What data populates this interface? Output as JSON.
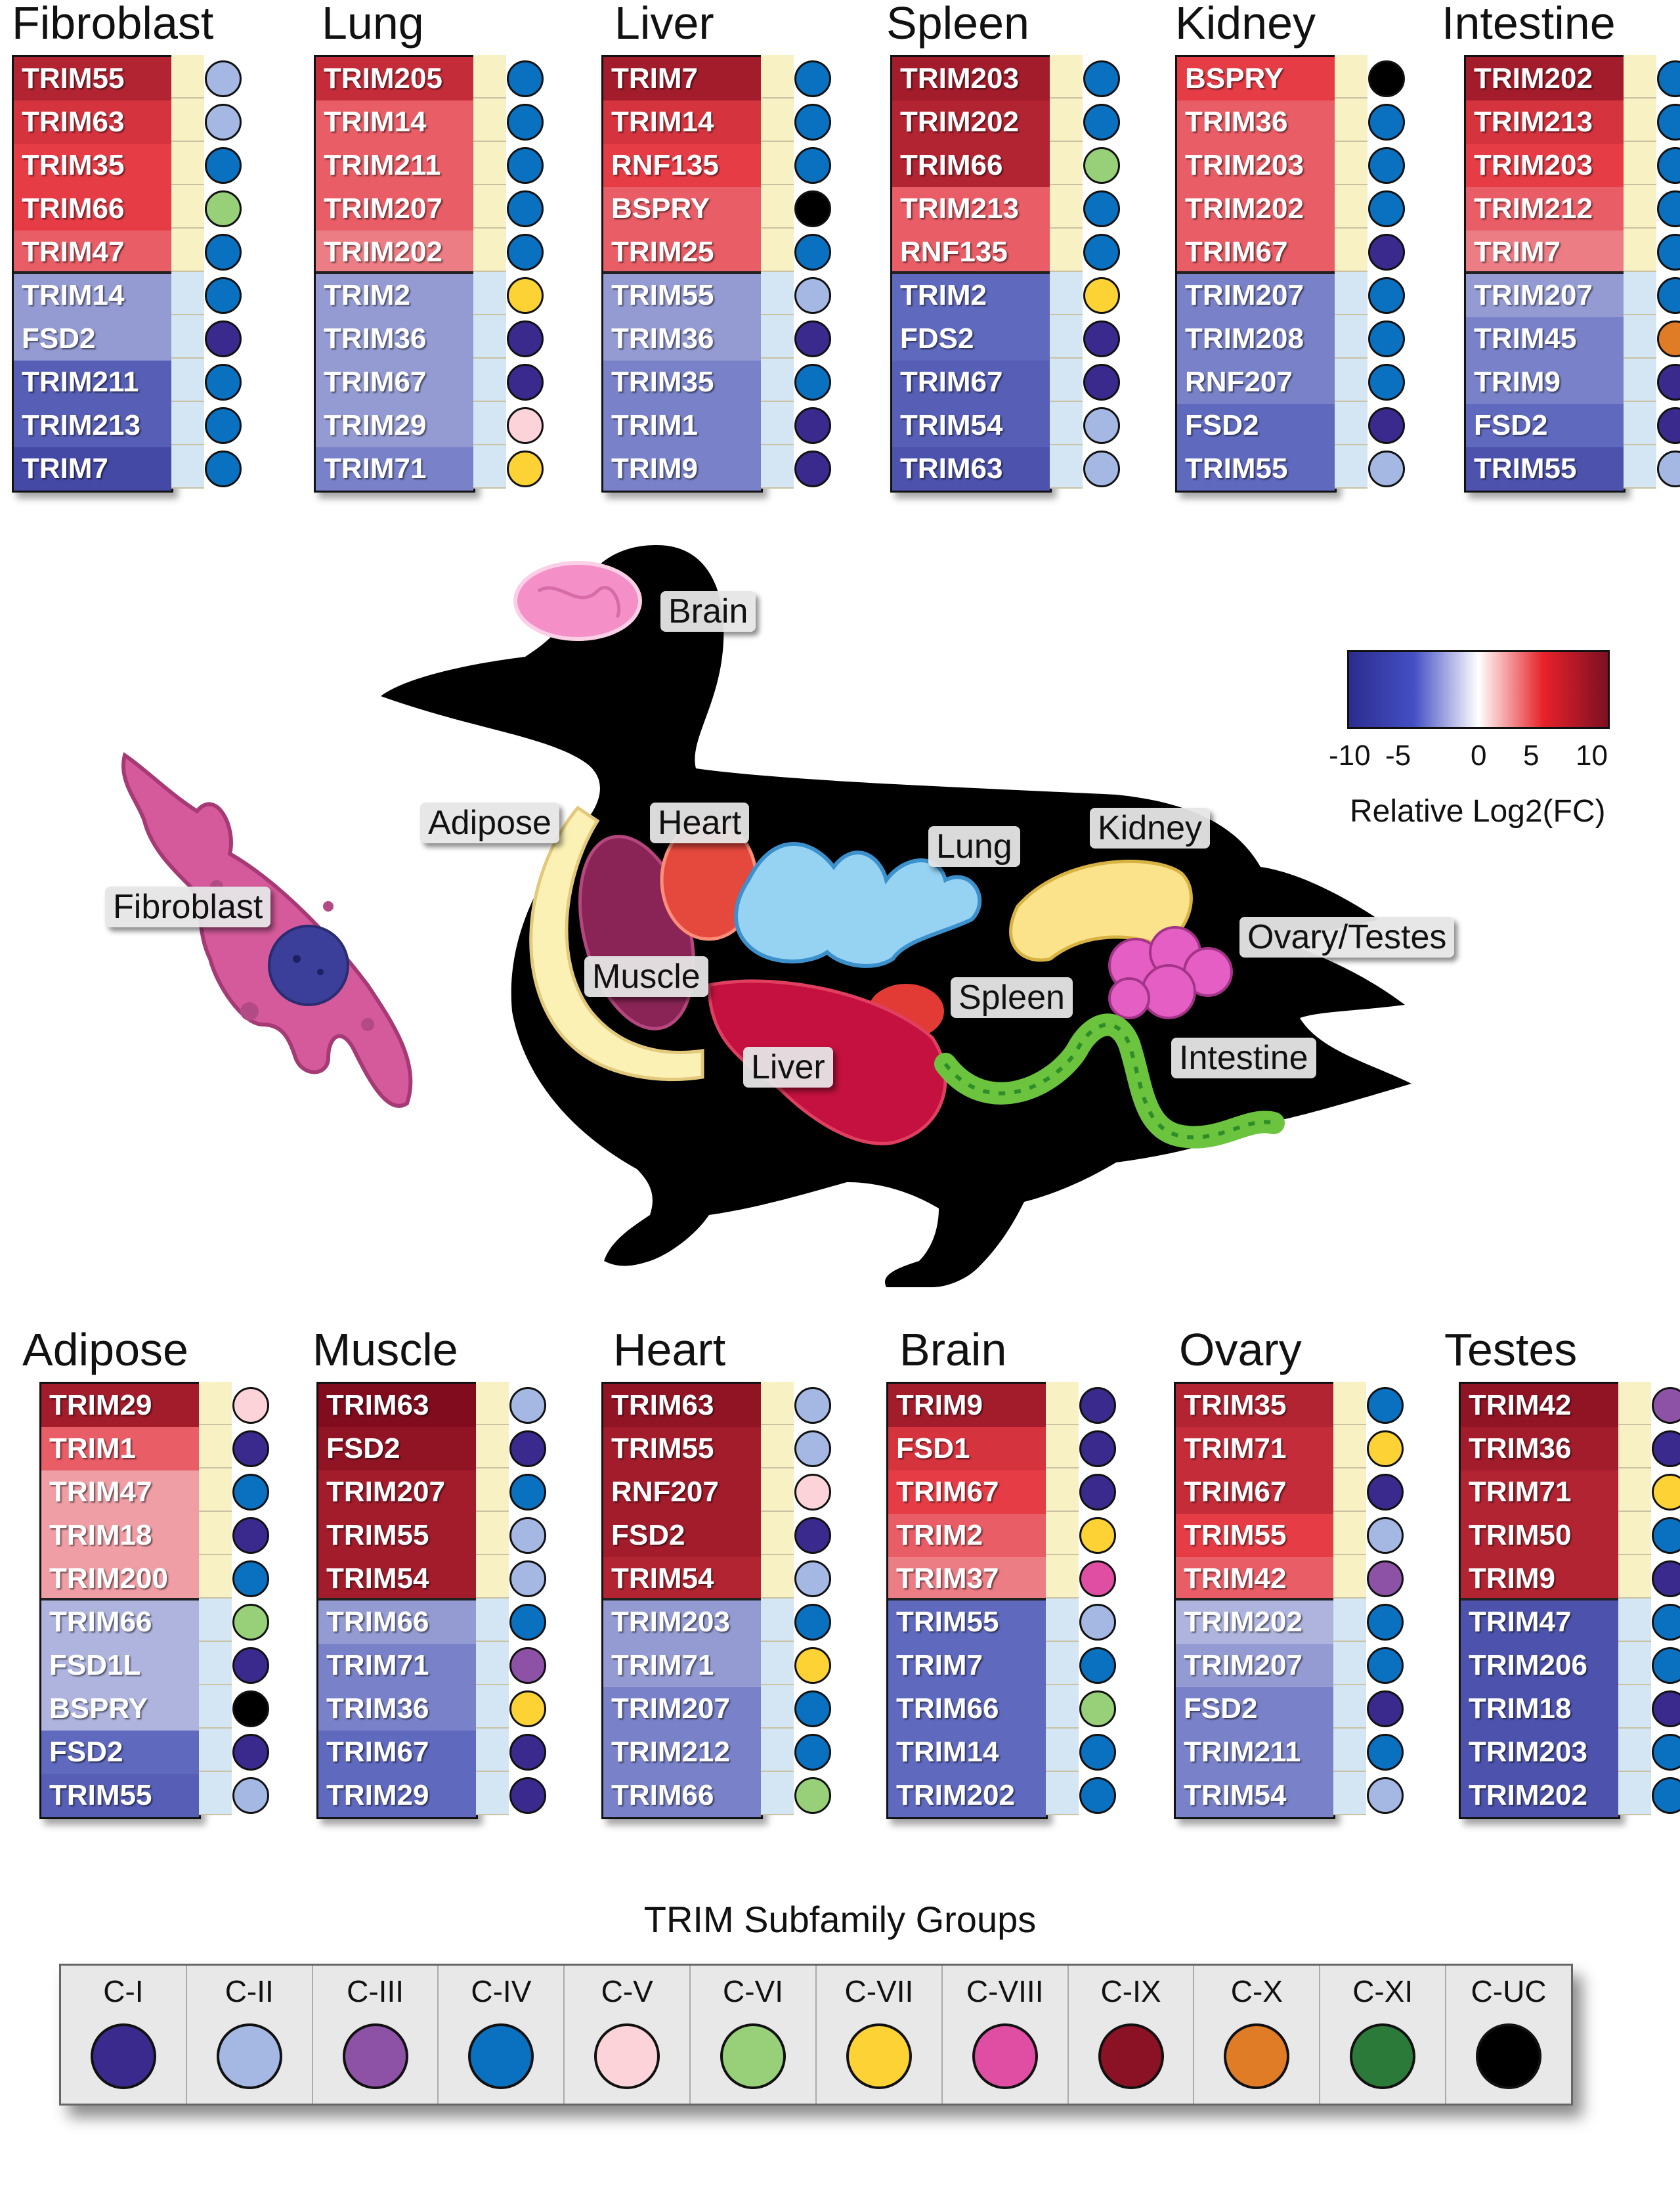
{
  "subfamily_colors": {
    "C-I": "#3a2a8e",
    "C-II": "#a5b8e3",
    "C-III": "#8d52a6",
    "C-IV": "#0a70c0",
    "C-V": "#fcd3d8",
    "C-VI": "#98d07a",
    "C-VII": "#fdd235",
    "C-VIII": "#df4ea2",
    "C-IX": "#8b1124",
    "C-X": "#e07b26",
    "C-XI": "#2c7a3a",
    "C-UC": "#000000"
  },
  "top_panels": [
    {
      "title": "Fibroblast",
      "rows": [
        {
          "gene": "TRIM55",
          "fc": 9,
          "group": "C-II"
        },
        {
          "gene": "TRIM63",
          "fc": 7,
          "group": "C-II"
        },
        {
          "gene": "TRIM35",
          "fc": 6,
          "group": "C-IV"
        },
        {
          "gene": "TRIM66",
          "fc": 6,
          "group": "C-VI"
        },
        {
          "gene": "TRIM47",
          "fc": 5,
          "group": "C-IV"
        },
        {
          "gene": "TRIM14",
          "fc": -4,
          "group": "C-IV"
        },
        {
          "gene": "FSD2",
          "fc": -4,
          "group": "C-I"
        },
        {
          "gene": "TRIM211",
          "fc": -7,
          "group": "C-IV"
        },
        {
          "gene": "TRIM213",
          "fc": -7,
          "group": "C-IV"
        },
        {
          "gene": "TRIM7",
          "fc": -9,
          "group": "C-IV"
        }
      ]
    },
    {
      "title": "Lung",
      "rows": [
        {
          "gene": "TRIM205",
          "fc": 8,
          "group": "C-IV"
        },
        {
          "gene": "TRIM14",
          "fc": 5,
          "group": "C-IV"
        },
        {
          "gene": "TRIM211",
          "fc": 5,
          "group": "C-IV"
        },
        {
          "gene": "TRIM207",
          "fc": 5,
          "group": "C-IV"
        },
        {
          "gene": "TRIM202",
          "fc": 4,
          "group": "C-IV"
        },
        {
          "gene": "TRIM2",
          "fc": -4,
          "group": "C-VII"
        },
        {
          "gene": "TRIM36",
          "fc": -4,
          "group": "C-I"
        },
        {
          "gene": "TRIM67",
          "fc": -4,
          "group": "C-I"
        },
        {
          "gene": "TRIM29",
          "fc": -4,
          "group": "C-V"
        },
        {
          "gene": "TRIM71",
          "fc": -5,
          "group": "C-VII"
        }
      ]
    },
    {
      "title": "Liver",
      "rows": [
        {
          "gene": "TRIM7",
          "fc": 10,
          "group": "C-IV"
        },
        {
          "gene": "TRIM14",
          "fc": 7,
          "group": "C-IV"
        },
        {
          "gene": "RNF135",
          "fc": 6,
          "group": "C-IV"
        },
        {
          "gene": "BSPRY",
          "fc": 5,
          "group": "C-UC"
        },
        {
          "gene": "TRIM25",
          "fc": 5,
          "group": "C-IV"
        },
        {
          "gene": "TRIM55",
          "fc": -4,
          "group": "C-II"
        },
        {
          "gene": "TRIM36",
          "fc": -4,
          "group": "C-I"
        },
        {
          "gene": "TRIM35",
          "fc": -5,
          "group": "C-IV"
        },
        {
          "gene": "TRIM1",
          "fc": -5,
          "group": "C-I"
        },
        {
          "gene": "TRIM9",
          "fc": -5,
          "group": "C-I"
        }
      ]
    },
    {
      "title": "Spleen",
      "rows": [
        {
          "gene": "TRIM203",
          "fc": 10,
          "group": "C-IV"
        },
        {
          "gene": "TRIM202",
          "fc": 9,
          "group": "C-IV"
        },
        {
          "gene": "TRIM66",
          "fc": 9,
          "group": "C-VI"
        },
        {
          "gene": "TRIM213",
          "fc": 5,
          "group": "C-IV"
        },
        {
          "gene": "RNF135",
          "fc": 5,
          "group": "C-IV"
        },
        {
          "gene": "TRIM2",
          "fc": -6,
          "group": "C-VII"
        },
        {
          "gene": "FDS2",
          "fc": -6,
          "group": "C-I"
        },
        {
          "gene": "TRIM67",
          "fc": -7,
          "group": "C-I"
        },
        {
          "gene": "TRIM54",
          "fc": -7,
          "group": "C-II"
        },
        {
          "gene": "TRIM63",
          "fc": -8,
          "group": "C-II"
        }
      ]
    },
    {
      "title": "Kidney",
      "rows": [
        {
          "gene": "BSPRY",
          "fc": 6,
          "group": "C-UC"
        },
        {
          "gene": "TRIM36",
          "fc": 5,
          "group": "C-IV"
        },
        {
          "gene": "TRIM203",
          "fc": 5,
          "group": "C-IV"
        },
        {
          "gene": "TRIM202",
          "fc": 5,
          "group": "C-IV"
        },
        {
          "gene": "TRIM67",
          "fc": 5,
          "group": "C-I"
        },
        {
          "gene": "TRIM207",
          "fc": -5,
          "group": "C-IV"
        },
        {
          "gene": "TRIM208",
          "fc": -5,
          "group": "C-IV"
        },
        {
          "gene": "RNF207",
          "fc": -5,
          "group": "C-IV"
        },
        {
          "gene": "FSD2",
          "fc": -6,
          "group": "C-I"
        },
        {
          "gene": "TRIM55",
          "fc": -6,
          "group": "C-II"
        }
      ]
    },
    {
      "title": "Intestine",
      "rows": [
        {
          "gene": "TRIM202",
          "fc": 10,
          "group": "C-IV"
        },
        {
          "gene": "TRIM213",
          "fc": 7,
          "group": "C-IV"
        },
        {
          "gene": "TRIM203",
          "fc": 6,
          "group": "C-IV"
        },
        {
          "gene": "TRIM212",
          "fc": 5,
          "group": "C-IV"
        },
        {
          "gene": "TRIM7",
          "fc": 4,
          "group": "C-IV"
        },
        {
          "gene": "TRIM207",
          "fc": -4,
          "group": "C-IV"
        },
        {
          "gene": "TRIM45",
          "fc": -5,
          "group": "C-X"
        },
        {
          "gene": "TRIM9",
          "fc": -5,
          "group": "C-I"
        },
        {
          "gene": "FSD2",
          "fc": -6,
          "group": "C-I"
        },
        {
          "gene": "TRIM55",
          "fc": -8,
          "group": "C-II"
        }
      ]
    }
  ],
  "bottom_panels": [
    {
      "title": "Adipose",
      "rows": [
        {
          "gene": "TRIM29",
          "fc": 10,
          "group": "C-V"
        },
        {
          "gene": "TRIM1",
          "fc": 5,
          "group": "C-I"
        },
        {
          "gene": "TRIM47",
          "fc": 3,
          "group": "C-IV"
        },
        {
          "gene": "TRIM18",
          "fc": 3,
          "group": "C-I"
        },
        {
          "gene": "TRIM200",
          "fc": 3,
          "group": "C-IV"
        },
        {
          "gene": "TRIM66",
          "fc": -3,
          "group": "C-VI"
        },
        {
          "gene": "FSD1L",
          "fc": -3,
          "group": "C-I"
        },
        {
          "gene": "BSPRY",
          "fc": -3,
          "group": "C-UC"
        },
        {
          "gene": "FSD2",
          "fc": -6,
          "group": "C-I"
        },
        {
          "gene": "TRIM55",
          "fc": -7,
          "group": "C-II"
        }
      ]
    },
    {
      "title": "Muscle",
      "rows": [
        {
          "gene": "TRIM63",
          "fc": 12,
          "group": "C-II"
        },
        {
          "gene": "FSD2",
          "fc": 11,
          "group": "C-I"
        },
        {
          "gene": "TRIM207",
          "fc": 10,
          "group": "C-IV"
        },
        {
          "gene": "TRIM55",
          "fc": 10,
          "group": "C-II"
        },
        {
          "gene": "TRIM54",
          "fc": 10,
          "group": "C-II"
        },
        {
          "gene": "TRIM66",
          "fc": -4,
          "group": "C-IV"
        },
        {
          "gene": "TRIM71",
          "fc": -5,
          "group": "C-III"
        },
        {
          "gene": "TRIM36",
          "fc": -5,
          "group": "C-VII"
        },
        {
          "gene": "TRIM67",
          "fc": -6,
          "group": "C-I"
        },
        {
          "gene": "TRIM29",
          "fc": -6,
          "group": "C-I"
        }
      ]
    },
    {
      "title": "Heart",
      "rows": [
        {
          "gene": "TRIM63",
          "fc": 11,
          "group": "C-II"
        },
        {
          "gene": "TRIM55",
          "fc": 10,
          "group": "C-II"
        },
        {
          "gene": "RNF207",
          "fc": 10,
          "group": "C-V"
        },
        {
          "gene": "FSD2",
          "fc": 10,
          "group": "C-I"
        },
        {
          "gene": "TRIM54",
          "fc": 9,
          "group": "C-II"
        },
        {
          "gene": "TRIM203",
          "fc": -4,
          "group": "C-IV"
        },
        {
          "gene": "TRIM71",
          "fc": -4,
          "group": "C-VII"
        },
        {
          "gene": "TRIM207",
          "fc": -5,
          "group": "C-IV"
        },
        {
          "gene": "TRIM212",
          "fc": -5,
          "group": "C-IV"
        },
        {
          "gene": "TRIM66",
          "fc": -5,
          "group": "C-VI"
        }
      ]
    },
    {
      "title": "Brain",
      "rows": [
        {
          "gene": "TRIM9",
          "fc": 10,
          "group": "C-I"
        },
        {
          "gene": "FSD1",
          "fc": 7,
          "group": "C-I"
        },
        {
          "gene": "TRIM67",
          "fc": 6,
          "group": "C-I"
        },
        {
          "gene": "TRIM2",
          "fc": 5,
          "group": "C-VII"
        },
        {
          "gene": "TRIM37",
          "fc": 4,
          "group": "C-VIII"
        },
        {
          "gene": "TRIM55",
          "fc": -6,
          "group": "C-II"
        },
        {
          "gene": "TRIM7",
          "fc": -6,
          "group": "C-IV"
        },
        {
          "gene": "TRIM66",
          "fc": -6,
          "group": "C-VI"
        },
        {
          "gene": "TRIM14",
          "fc": -6,
          "group": "C-IV"
        },
        {
          "gene": "TRIM202",
          "fc": -6,
          "group": "C-IV"
        }
      ]
    },
    {
      "title": "Ovary",
      "rows": [
        {
          "gene": "TRIM35",
          "fc": 9,
          "group": "C-IV"
        },
        {
          "gene": "TRIM71",
          "fc": 8,
          "group": "C-VII"
        },
        {
          "gene": "TRIM67",
          "fc": 8,
          "group": "C-I"
        },
        {
          "gene": "TRIM55",
          "fc": 6,
          "group": "C-II"
        },
        {
          "gene": "TRIM42",
          "fc": 5,
          "group": "C-III"
        },
        {
          "gene": "TRIM202",
          "fc": -3,
          "group": "C-IV"
        },
        {
          "gene": "TRIM207",
          "fc": -4,
          "group": "C-IV"
        },
        {
          "gene": "FSD2",
          "fc": -5,
          "group": "C-I"
        },
        {
          "gene": "TRIM211",
          "fc": -5,
          "group": "C-IV"
        },
        {
          "gene": "TRIM54",
          "fc": -5,
          "group": "C-II"
        }
      ]
    },
    {
      "title": "Testes",
      "rows": [
        {
          "gene": "TRIM42",
          "fc": 11,
          "group": "C-III"
        },
        {
          "gene": "TRIM36",
          "fc": 10,
          "group": "C-I"
        },
        {
          "gene": "TRIM71",
          "fc": 9,
          "group": "C-VII"
        },
        {
          "gene": "TRIM50",
          "fc": 9,
          "group": "C-IV"
        },
        {
          "gene": "TRIM9",
          "fc": 9,
          "group": "C-I"
        },
        {
          "gene": "TRIM47",
          "fc": -8,
          "group": "C-IV"
        },
        {
          "gene": "TRIM206",
          "fc": -8,
          "group": "C-IV"
        },
        {
          "gene": "TRIM18",
          "fc": -8,
          "group": "C-I"
        },
        {
          "gene": "TRIM203",
          "fc": -8,
          "group": "C-IV"
        },
        {
          "gene": "TRIM202",
          "fc": -8,
          "group": "C-IV"
        }
      ]
    }
  ],
  "organ_labels": {
    "brain": "Brain",
    "adipose": "Adipose",
    "heart": "Heart",
    "lung": "Lung",
    "kidney": "Kidney",
    "fibroblast": "Fibroblast",
    "muscle": "Muscle",
    "spleen": "Spleen",
    "ovary_testes": "Ovary/Testes",
    "liver": "Liver",
    "intestine": "Intestine"
  },
  "colorbar": {
    "ticks": [
      "-10",
      "-5",
      "0",
      "5",
      "10"
    ],
    "title": "Relative Log2(FC)"
  },
  "legend": {
    "title": "TRIM Subfamily Groups",
    "groups": [
      "C-I",
      "C-II",
      "C-III",
      "C-IV",
      "C-V",
      "C-VI",
      "C-VII",
      "C-VIII",
      "C-IX",
      "C-X",
      "C-XI",
      "C-UC"
    ]
  }
}
